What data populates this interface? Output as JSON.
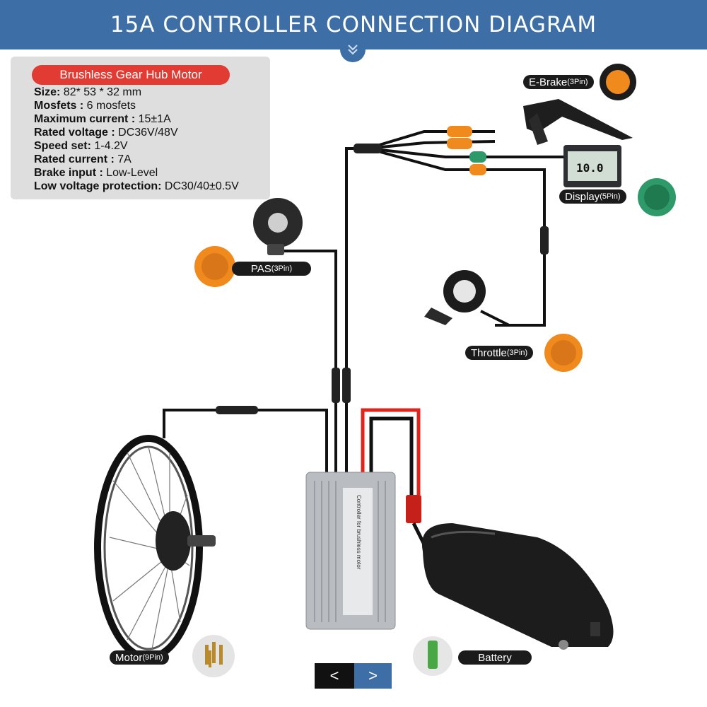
{
  "header": {
    "title": "15A CONTROLLER  CONNECTION DIAGRAM"
  },
  "specs": {
    "title": "Brushless Gear Hub Motor",
    "items": [
      {
        "label": "Size:",
        "value": " 82* 53 * 32 mm"
      },
      {
        "label": "Mosfets :",
        "value": " 6 mosfets"
      },
      {
        "label": "Maximum current :",
        "value": " 15±1A"
      },
      {
        "label": "Rated voltage :",
        "value": " DC36V/48V"
      },
      {
        "label": "Speed set:",
        "value": " 1-4.2V"
      },
      {
        "label": "Rated current :",
        "value": " 7A"
      },
      {
        "label": "Brake input :",
        "value": " Low-Level"
      },
      {
        "label": "Low voltage protection:",
        "value": " DC30/40±0.5V"
      }
    ]
  },
  "components": {
    "ebrake": {
      "name": "E-Brake",
      "pins": "(3Pin)"
    },
    "display": {
      "name": "Display",
      "pins": "(5Pin)",
      "screen_text": "10.0"
    },
    "pas": {
      "name": "PAS ",
      "pins": "(3Pin)"
    },
    "throttle": {
      "name": "Throttle",
      "pins": "(3Pin)"
    },
    "motor": {
      "name": "Motor ",
      "pins": "(9Pin)"
    },
    "battery": {
      "name": "Battery"
    },
    "controller": {
      "label": "Controller for brushless motor"
    }
  },
  "colors": {
    "header": "#3e6ea6",
    "badge": "#e23b33",
    "orange_connector": "#f08a1c",
    "green_connector": "#2e9a6a",
    "wire": "#111111",
    "power_wire": "#e0231b"
  },
  "nav": {
    "prev": "<",
    "next": ">"
  }
}
